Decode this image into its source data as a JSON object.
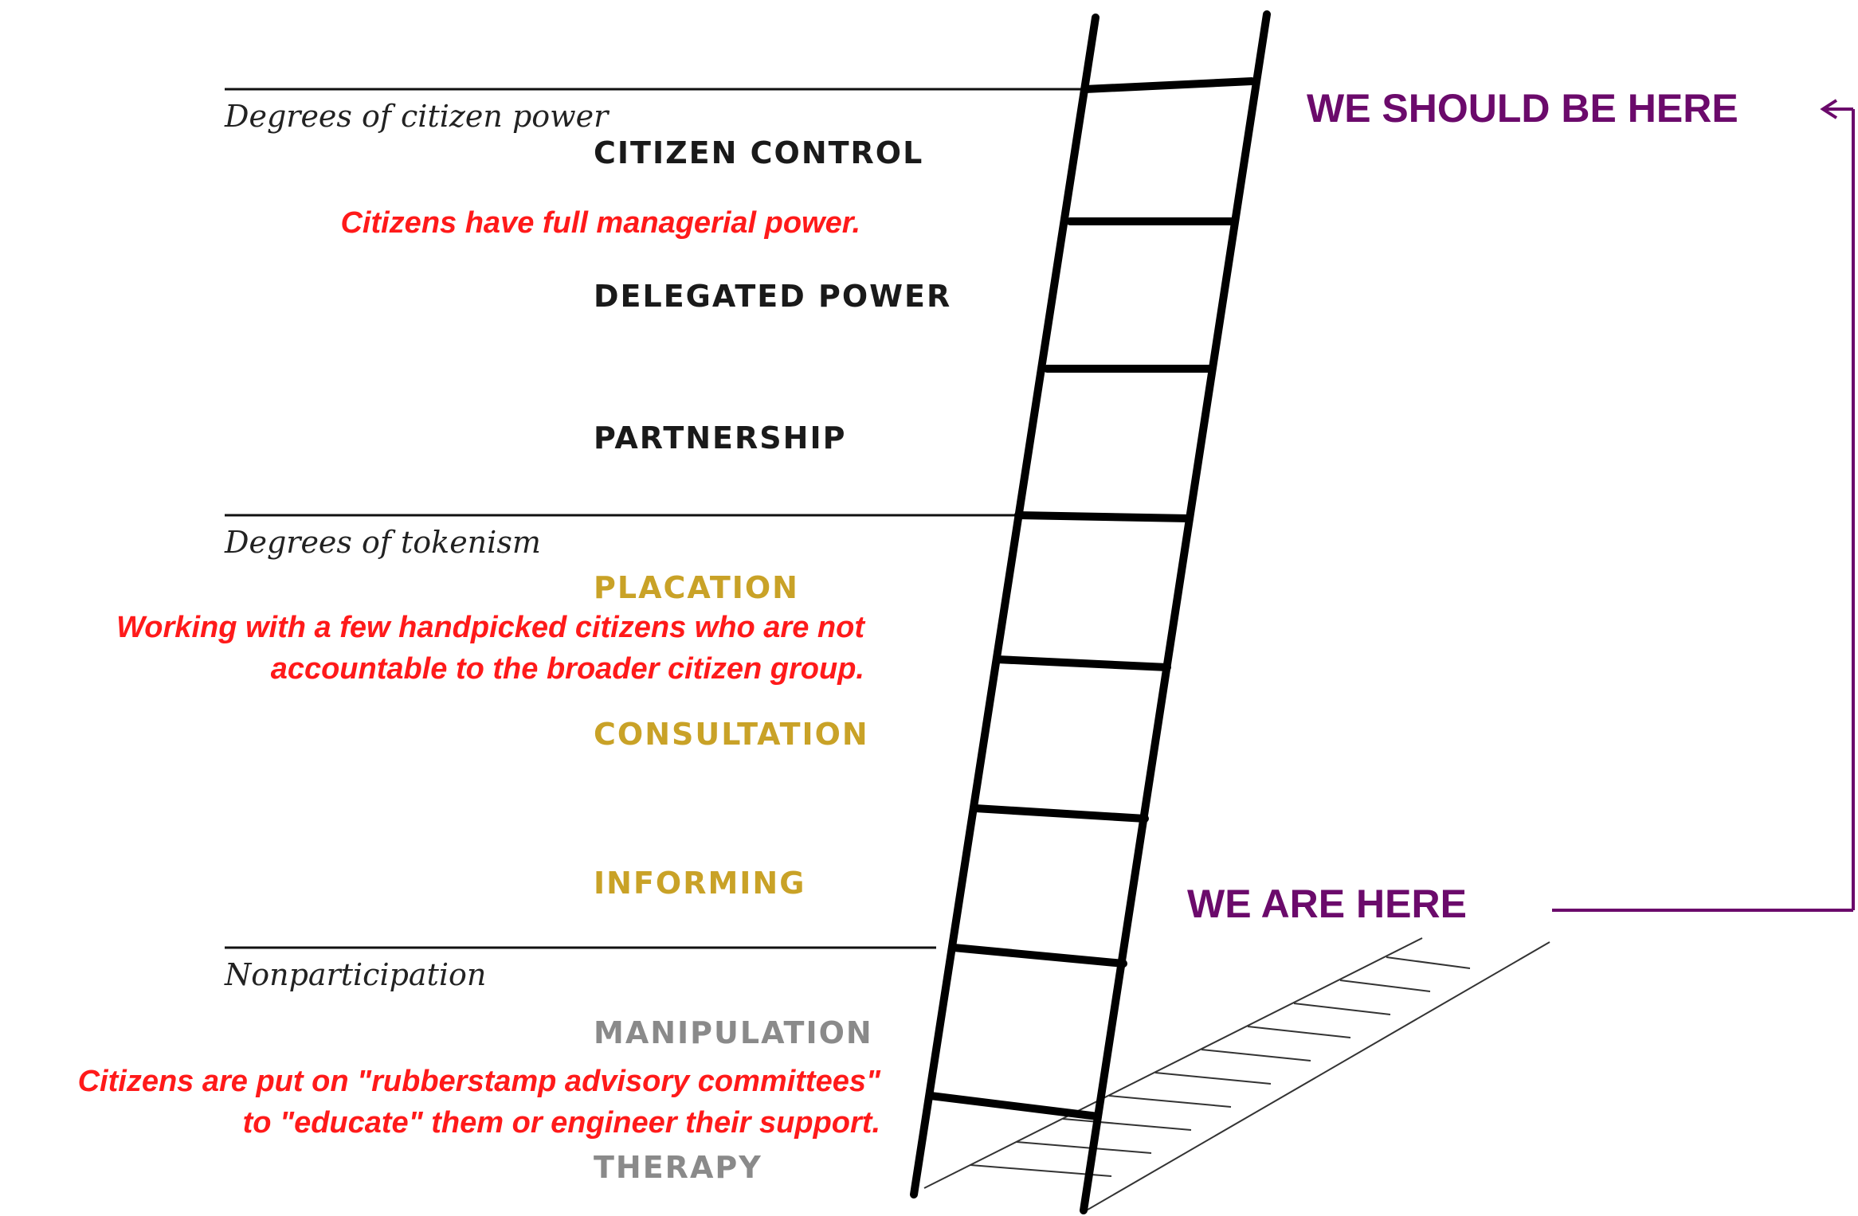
{
  "groups": {
    "citizen_power": "Degrees of citizen power",
    "tokenism": "Degrees of tokenism",
    "nonparticipation": "Nonparticipation"
  },
  "rungs": {
    "citizen_control": "CITIZEN CONTROL",
    "delegated_power": "DELEGATED POWER",
    "partnership": "PARTNERSHIP",
    "placation": "PLACATION",
    "consultation": "CONSULTATION",
    "informing": "INFORMING",
    "manipulation": "MANIPULATION",
    "therapy": "THERAPY"
  },
  "notes": {
    "citizen_control": "Citizens have full managerial power.",
    "placation_line1": "Working with a few handpicked citizens who are not",
    "placation_line2": "accountable to the broader citizen group.",
    "manipulation_line1": "Citizens are put on \"rubberstamp advisory committees\"",
    "manipulation_line2": "to \"educate\" them or engineer their support."
  },
  "markers": {
    "should_be": "WE SHOULD BE HERE",
    "are": "WE ARE HERE"
  },
  "colors": {
    "citizen_power": "#1a1a1a",
    "tokenism": "#c9a227",
    "nonparticipation": "#8a8a8a",
    "notes": "#ff1a1a",
    "markers": "#6b0a6b"
  }
}
